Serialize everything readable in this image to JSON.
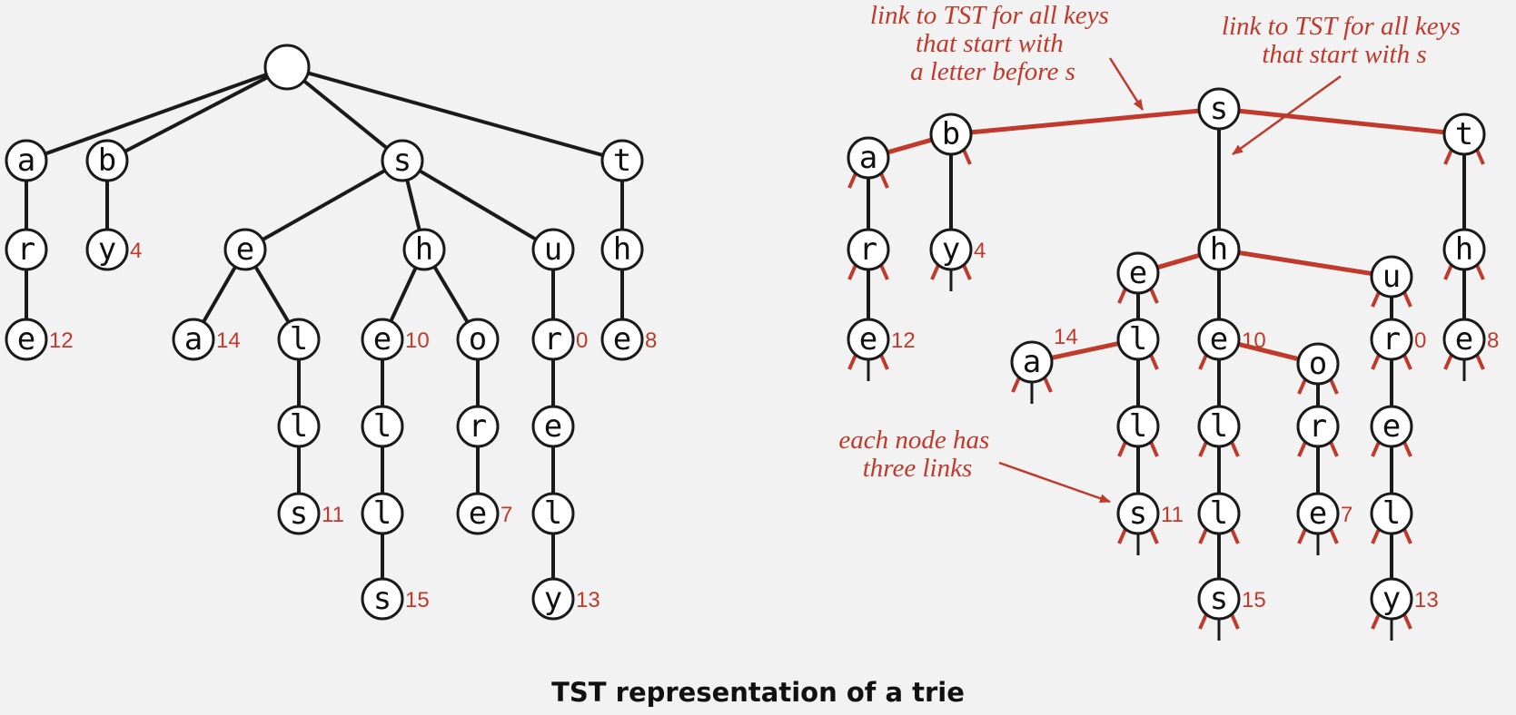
{
  "caption": "TST representation of a trie",
  "colors": {
    "accent": "#c0392b",
    "ink": "#1a1a1a",
    "node_fill": "#ffffff",
    "background": "#f2f2f2"
  },
  "annotations": {
    "before_s": [
      "link to TST for all keys",
      "that start with",
      "a letter before s"
    ],
    "start_with_s": [
      "link to TST for all keys",
      "that start with s"
    ],
    "three_links": [
      "each node has",
      "three links"
    ]
  },
  "trie": {
    "nodes": [
      {
        "id": "root",
        "letter": "",
        "value": ""
      },
      {
        "id": "a",
        "letter": "a",
        "value": ""
      },
      {
        "id": "ar",
        "letter": "r",
        "value": ""
      },
      {
        "id": "are",
        "letter": "e",
        "value": "12"
      },
      {
        "id": "b",
        "letter": "b",
        "value": ""
      },
      {
        "id": "by",
        "letter": "y",
        "value": "4"
      },
      {
        "id": "s",
        "letter": "s",
        "value": ""
      },
      {
        "id": "se",
        "letter": "e",
        "value": ""
      },
      {
        "id": "sea",
        "letter": "a",
        "value": "14"
      },
      {
        "id": "sel",
        "letter": "l",
        "value": ""
      },
      {
        "id": "sell",
        "letter": "l",
        "value": ""
      },
      {
        "id": "sells",
        "letter": "s",
        "value": "11"
      },
      {
        "id": "sh",
        "letter": "h",
        "value": ""
      },
      {
        "id": "she",
        "letter": "e",
        "value": "10"
      },
      {
        "id": "shel",
        "letter": "l",
        "value": ""
      },
      {
        "id": "shell",
        "letter": "l",
        "value": ""
      },
      {
        "id": "shells",
        "letter": "s",
        "value": "15"
      },
      {
        "id": "sho",
        "letter": "o",
        "value": ""
      },
      {
        "id": "shor",
        "letter": "r",
        "value": ""
      },
      {
        "id": "shore",
        "letter": "e",
        "value": "7"
      },
      {
        "id": "su",
        "letter": "u",
        "value": ""
      },
      {
        "id": "sur",
        "letter": "r",
        "value": "0"
      },
      {
        "id": "sure",
        "letter": "e",
        "value": ""
      },
      {
        "id": "surel",
        "letter": "l",
        "value": ""
      },
      {
        "id": "surely",
        "letter": "y",
        "value": "13"
      },
      {
        "id": "t",
        "letter": "t",
        "value": ""
      },
      {
        "id": "th",
        "letter": "h",
        "value": ""
      },
      {
        "id": "the",
        "letter": "e",
        "value": "8"
      }
    ],
    "edges": [
      [
        "root",
        "a"
      ],
      [
        "root",
        "b"
      ],
      [
        "root",
        "s"
      ],
      [
        "root",
        "t"
      ],
      [
        "a",
        "ar"
      ],
      [
        "ar",
        "are"
      ],
      [
        "b",
        "by"
      ],
      [
        "s",
        "se"
      ],
      [
        "s",
        "sh"
      ],
      [
        "s",
        "su"
      ],
      [
        "se",
        "sea"
      ],
      [
        "se",
        "sel"
      ],
      [
        "sel",
        "sell"
      ],
      [
        "sell",
        "sells"
      ],
      [
        "sh",
        "she"
      ],
      [
        "sh",
        "sho"
      ],
      [
        "she",
        "shel"
      ],
      [
        "shel",
        "shell"
      ],
      [
        "shell",
        "shells"
      ],
      [
        "sho",
        "shor"
      ],
      [
        "shor",
        "shore"
      ],
      [
        "su",
        "sur"
      ],
      [
        "sur",
        "sure"
      ],
      [
        "sure",
        "surel"
      ],
      [
        "surel",
        "surely"
      ],
      [
        "t",
        "th"
      ],
      [
        "th",
        "the"
      ]
    ]
  },
  "tst": {
    "nodes": [
      {
        "id": "s",
        "letter": "s",
        "value": ""
      },
      {
        "id": "b",
        "letter": "b",
        "value": ""
      },
      {
        "id": "a",
        "letter": "a",
        "value": ""
      },
      {
        "id": "ar",
        "letter": "r",
        "value": ""
      },
      {
        "id": "are",
        "letter": "e",
        "value": "12"
      },
      {
        "id": "by",
        "letter": "y",
        "value": "4"
      },
      {
        "id": "t",
        "letter": "t",
        "value": ""
      },
      {
        "id": "th",
        "letter": "h",
        "value": ""
      },
      {
        "id": "the",
        "letter": "e",
        "value": "8"
      },
      {
        "id": "sh",
        "letter": "h",
        "value": ""
      },
      {
        "id": "se",
        "letter": "e",
        "value": ""
      },
      {
        "id": "sea",
        "letter": "a",
        "value": "14"
      },
      {
        "id": "sel",
        "letter": "l",
        "value": ""
      },
      {
        "id": "sell",
        "letter": "l",
        "value": ""
      },
      {
        "id": "sells",
        "letter": "s",
        "value": "11"
      },
      {
        "id": "she",
        "letter": "e",
        "value": "10"
      },
      {
        "id": "shel",
        "letter": "l",
        "value": ""
      },
      {
        "id": "shell",
        "letter": "l",
        "value": ""
      },
      {
        "id": "shells",
        "letter": "s",
        "value": "15"
      },
      {
        "id": "sho",
        "letter": "o",
        "value": ""
      },
      {
        "id": "shor",
        "letter": "r",
        "value": ""
      },
      {
        "id": "shore",
        "letter": "e",
        "value": "7"
      },
      {
        "id": "su",
        "letter": "u",
        "value": ""
      },
      {
        "id": "sur",
        "letter": "r",
        "value": "0"
      },
      {
        "id": "sure",
        "letter": "e",
        "value": ""
      },
      {
        "id": "surel",
        "letter": "l",
        "value": ""
      },
      {
        "id": "surely",
        "letter": "y",
        "value": "13"
      }
    ],
    "edges": [
      {
        "from": "s",
        "to": "b",
        "kind": "side"
      },
      {
        "from": "s",
        "to": "t",
        "kind": "side"
      },
      {
        "from": "b",
        "to": "a",
        "kind": "side"
      },
      {
        "from": "s",
        "to": "sh",
        "kind": "mid"
      },
      {
        "from": "a",
        "to": "ar",
        "kind": "mid"
      },
      {
        "from": "ar",
        "to": "are",
        "kind": "mid"
      },
      {
        "from": "b",
        "to": "by",
        "kind": "mid"
      },
      {
        "from": "t",
        "to": "th",
        "kind": "mid"
      },
      {
        "from": "th",
        "to": "the",
        "kind": "mid"
      },
      {
        "from": "sh",
        "to": "se",
        "kind": "side"
      },
      {
        "from": "sh",
        "to": "su",
        "kind": "side"
      },
      {
        "from": "sh",
        "to": "she",
        "kind": "mid"
      },
      {
        "from": "se",
        "to": "sel",
        "kind": "mid"
      },
      {
        "from": "sel",
        "to": "sea",
        "kind": "side"
      },
      {
        "from": "sel",
        "to": "sell",
        "kind": "mid"
      },
      {
        "from": "sell",
        "to": "sells",
        "kind": "mid"
      },
      {
        "from": "she",
        "to": "sho",
        "kind": "side"
      },
      {
        "from": "she",
        "to": "shel",
        "kind": "mid"
      },
      {
        "from": "shel",
        "to": "shell",
        "kind": "mid"
      },
      {
        "from": "shell",
        "to": "shells",
        "kind": "mid"
      },
      {
        "from": "sho",
        "to": "shor",
        "kind": "mid"
      },
      {
        "from": "shor",
        "to": "shore",
        "kind": "mid"
      },
      {
        "from": "su",
        "to": "sur",
        "kind": "mid"
      },
      {
        "from": "sur",
        "to": "sure",
        "kind": "mid"
      },
      {
        "from": "sure",
        "to": "surel",
        "kind": "mid"
      },
      {
        "from": "surel",
        "to": "surely",
        "kind": "mid"
      }
    ]
  }
}
